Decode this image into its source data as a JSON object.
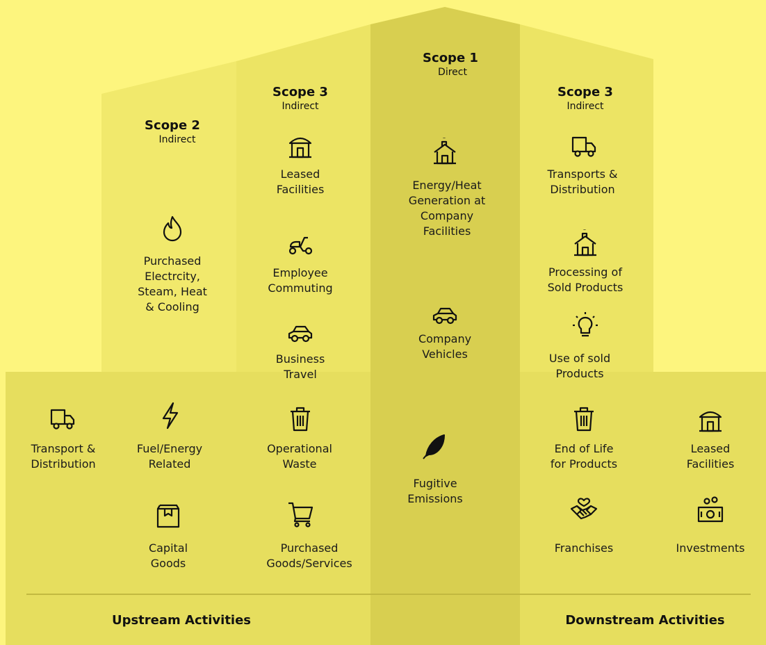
{
  "colors": {
    "background": "#fdf57e",
    "scope2_panel": "#f0e86a",
    "scope3_upstream_panel": "#ece464",
    "scope1_panel": "#d8cf50",
    "scope3_downstream_panel": "#ece464",
    "base_panel": "#e6de5e",
    "divider": "#c2b940",
    "ink": "#111111"
  },
  "scopes": [
    {
      "id": "scope2",
      "title": "Scope 2",
      "subtitle": "Indirect"
    },
    {
      "id": "scope3-upstream",
      "title": "Scope 3",
      "subtitle": "Indirect"
    },
    {
      "id": "scope1",
      "title": "Scope 1",
      "subtitle": "Direct"
    },
    {
      "id": "scope3-downstream",
      "title": "Scope 3",
      "subtitle": "Indirect"
    }
  ],
  "items": [
    {
      "id": "purchased-electricity",
      "icon": "flame-icon",
      "label": "Purchased\nElectrcity,\nSteam, Heat\n& Cooling"
    },
    {
      "id": "leased-facilities-up",
      "icon": "storefront-icon",
      "label": "Leased\nFacilities"
    },
    {
      "id": "employee-commuting",
      "icon": "scooter-icon",
      "label": "Employee\nCommuting"
    },
    {
      "id": "business-travel",
      "icon": "car-icon",
      "label": "Business\nTravel"
    },
    {
      "id": "energy-heat",
      "icon": "factory-smoke-icon",
      "label": "Energy/Heat\nGeneration at\nCompany\nFacilities"
    },
    {
      "id": "company-vehicles",
      "icon": "car-icon",
      "label": "Company\nVehicles"
    },
    {
      "id": "fugitive-emissions",
      "icon": "leaf-icon",
      "label": "Fugitive\nEmissions"
    },
    {
      "id": "transports-distribution-down",
      "icon": "truck-icon",
      "label": "Transports &\nDistribution"
    },
    {
      "id": "processing-sold",
      "icon": "factory-smoke-icon",
      "label": "Processing of\nSold Products"
    },
    {
      "id": "use-of-sold",
      "icon": "lightbulb-icon",
      "label": "Use of sold\nProducts"
    },
    {
      "id": "transport-distribution-up",
      "icon": "truck-icon",
      "label": "Transport &\nDistribution"
    },
    {
      "id": "fuel-energy",
      "icon": "lightning-icon",
      "label": "Fuel/Energy\nRelated"
    },
    {
      "id": "operational-waste",
      "icon": "trash-icon",
      "label": "Operational\nWaste"
    },
    {
      "id": "capital-goods",
      "icon": "box-icon",
      "label": "Capital\nGoods"
    },
    {
      "id": "purchased-goods",
      "icon": "cart-icon",
      "label": "Purchased\nGoods/Services"
    },
    {
      "id": "end-of-life",
      "icon": "trash-icon",
      "label": "End of Life\nfor Products"
    },
    {
      "id": "leased-facilities-down",
      "icon": "storefront-icon",
      "label": "Leased\nFacilities"
    },
    {
      "id": "franchises",
      "icon": "handshake-icon",
      "label": "Franchises"
    },
    {
      "id": "investments",
      "icon": "money-icon",
      "label": "Investments"
    }
  ],
  "footer": {
    "upstream": "Upstream Activities",
    "downstream": "Downstream Activities"
  }
}
